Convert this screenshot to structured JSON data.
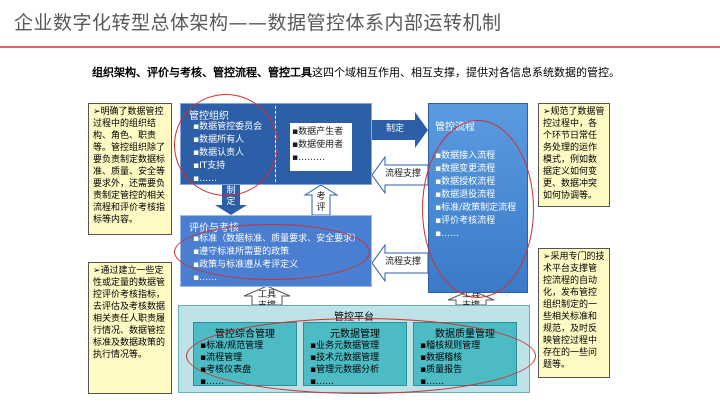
{
  "title": "企业数字化转型总体架构——数据管控体系内部运转机制",
  "intro": {
    "bold_text": "组织架构、评价与考核、管控流程、管控工具",
    "rest_text": "这四个域相互作用、相互支撑，提供对各信息系统数据的管控。"
  },
  "notes": {
    "left_top": "➢明确了数据管控过程中的组织结构、角色、职责等。管控组织除了要负责制定数据标准、质量、安全等要求外，还需要负责制定管控的相关流程和评价考核指标等内容。",
    "left_bottom": "➢通过建立一些定性或定量的数据管控评价考核指标，去评估及考核数据相关责任人职责履行情况、数据管控标准及数据政策的执行情况等。",
    "right_top": "➢规范了数据管控过程中，各个环节日常任务处理的运作模式，例如数据定义如何变更、数据冲突如何协调等。",
    "right_bottom": "➢采用专门的技术平台支撑管控流程的自动化，发布管控组织制定的一些相关标准和规范，及时反映管控过程中存在的一些问题等。"
  },
  "org": {
    "title": "管控组织",
    "items": [
      "数据管控委员会",
      "数据所有人",
      "数据认责人",
      "IT支持",
      "……"
    ],
    "roles": [
      "数据产生者",
      "数据使用者",
      "………"
    ]
  },
  "evaluation": {
    "title": "评价与考核",
    "items": [
      "标准（数据标准、质量要求、安全要求）",
      "遵守标准所需要的政策",
      "政策与标准遵从考评定义",
      "……"
    ]
  },
  "process": {
    "title": "管控流程",
    "items": [
      "数据接入流程",
      "数据变更流程",
      "数据授权流程",
      "数据退役流程",
      "标准/政策制定流程",
      "评价考核流程",
      "……"
    ]
  },
  "arrows": {
    "define_right": "制定",
    "process_support_top": "流程支撑",
    "process_support_bottom": "流程支撑",
    "define_down": "制定",
    "evaluate_up": "考评",
    "tool_support_left": "工具支撑",
    "tool_support_right": "工具支撑"
  },
  "platform": {
    "title": "管控平台",
    "boxes": [
      {
        "title": "管控综合管理",
        "items": [
          "标准/规范管理",
          "流程管理",
          "考核仪表盘",
          "……"
        ]
      },
      {
        "title": "元数据管理",
        "items": [
          "业务元数据管理",
          "技术元数据管理",
          "管理元数据分析",
          "……"
        ]
      },
      {
        "title": "数据质量管理",
        "items": [
          "稽核规则管理",
          "数据稽核",
          "质量报告",
          "……"
        ]
      }
    ]
  },
  "colors": {
    "title_line": "#e06666",
    "note_bg": "#fff9c4",
    "org_blue": "#2d5fa8",
    "eval_blue": "#4a7ed0",
    "process_blue": "#5a9be0",
    "platform_bg": "#bde3e8",
    "platform_box": "#4dbbc4",
    "ellipse": "#d32f2f"
  }
}
